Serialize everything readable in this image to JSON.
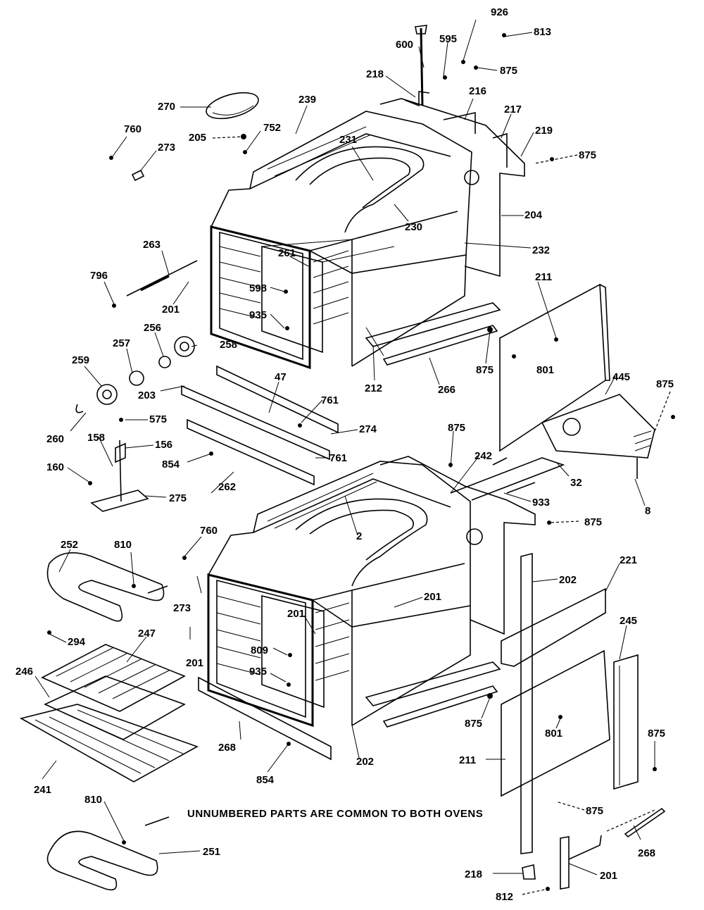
{
  "note": "UNNUMBERED PARTS ARE COMMON TO BOTH OVENS",
  "labels": [
    "926",
    "813",
    "600",
    "595",
    "875",
    "218",
    "216",
    "217",
    "219",
    "875",
    "270",
    "239",
    "205",
    "752",
    "760",
    "273",
    "231",
    "204",
    "230",
    "232",
    "263",
    "261",
    "796",
    "598",
    "201",
    "935",
    "211",
    "801",
    "258",
    "257",
    "256",
    "259",
    "203",
    "47",
    "212",
    "266",
    "875",
    "445",
    "875",
    "761",
    "274",
    "875",
    "260",
    "575",
    "158",
    "156",
    "854",
    "761",
    "160",
    "262",
    "242",
    "32",
    "275",
    "933",
    "8",
    "875",
    "760",
    "252",
    "810",
    "2",
    "201",
    "202",
    "221",
    "273",
    "294",
    "201",
    "245",
    "247",
    "246",
    "809",
    "201",
    "935",
    "875",
    "875",
    "211",
    "801",
    "241",
    "268",
    "202",
    "854",
    "810",
    "251",
    "875",
    "218",
    "268",
    "812",
    "201"
  ]
}
